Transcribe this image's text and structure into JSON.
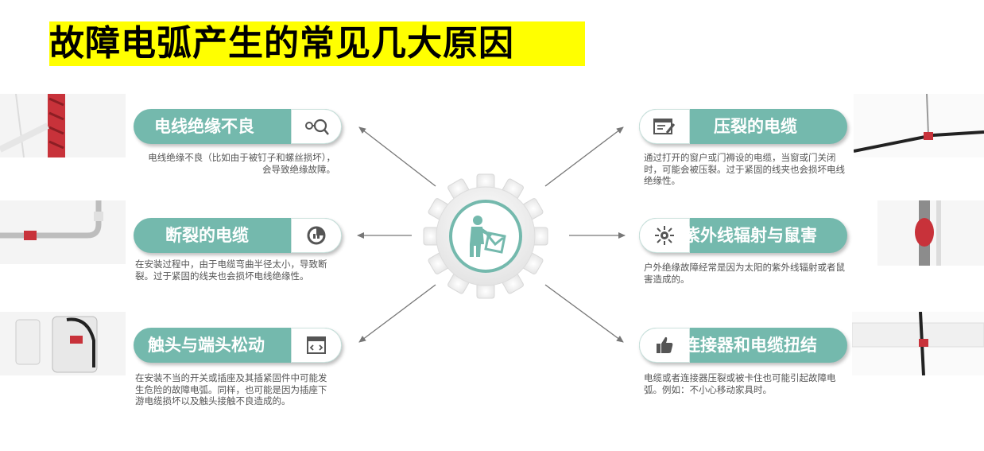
{
  "title": "故障电弧产生的常见几大原因",
  "colors": {
    "accent": "#74b9ad",
    "title_bg": "#ffff00",
    "arrow": "#777777",
    "desc_text": "#555555",
    "wire_red": "#c8323a"
  },
  "center": {
    "icon": "worker-shovel-icon"
  },
  "causes_left": [
    {
      "label": "电线绝缘不良",
      "icon": "magnifier-key-icon",
      "desc": "电线绝缘不良（比如由于被钉子和螺丝损坏），会导致绝缘故障。"
    },
    {
      "label": "断裂的电缆",
      "icon": "pie-chart-icon",
      "desc": "在安装过程中，由于电缆弯曲半径太小，导致断裂。过于紧固的线夹也会损坏电线绝缘性。"
    },
    {
      "label": "触头与端头松动",
      "icon": "browser-window-icon",
      "desc": "在安装不当的开关或插座及其插紧固件中可能发生危险的故障电弧。同样，也可能是因为插座下游电缆损坏以及触头接触不良造成的。"
    }
  ],
  "causes_right": [
    {
      "label": "压裂的电缆",
      "icon": "edit-window-icon",
      "desc": "通过打开的窗户或门褥设的电缆，当窗或门关闭时，可能会被压裂。过于紧固的线夹也会损坏电线绝缘性。"
    },
    {
      "label": "紫外线辐射与鼠害",
      "icon": "sun-gear-icon",
      "desc": "户外绝缘故障经常是因为太阳的紫外线辐射或者鼠害造成的。"
    },
    {
      "label": "连接器和电缆扭结",
      "icon": "thumbs-up-icon",
      "desc": "电缆或者连接器压裂或被卡住也可能引起故障电弧。例如：不小心移动家具时。"
    }
  ]
}
